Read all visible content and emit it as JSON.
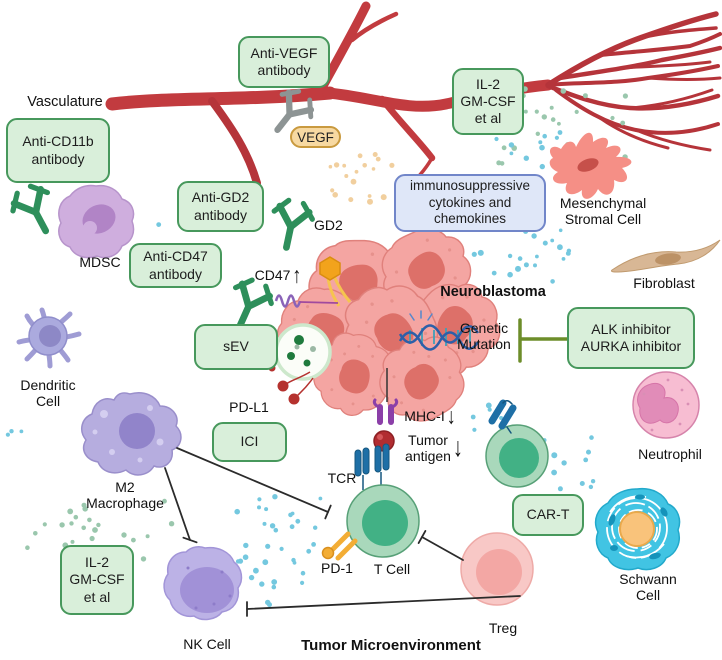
{
  "figure": {
    "title": "Tumor Microenvironment",
    "colors": {
      "box_green_bg": "#d9efda",
      "box_green_border": "#47985c",
      "box_blue_bg": "#dfe7f8",
      "box_blue_border": "#7186c9",
      "vessel_red": "#c23b3f",
      "antibody_green": "#2e8f5b",
      "antibody_gray": "#8d9494",
      "dot_cyan": "#74c8df",
      "dot_green": "#9ac7ad",
      "dot_orange": "#f1cf9e",
      "inhibitor_line_green": "#6d8d2a"
    },
    "therapy_boxes": {
      "anti_vegf": {
        "lines": [
          "Anti-VEGF",
          "antibody"
        ]
      },
      "il2_top": {
        "lines": [
          "IL-2",
          "GM-CSF",
          "et al"
        ]
      },
      "anti_cd11b": {
        "lines": [
          "Anti-CD11b",
          "antibody"
        ]
      },
      "anti_gd2": {
        "lines": [
          "Anti-GD2",
          "antibody"
        ]
      },
      "anti_cd47": {
        "lines": [
          "Anti-CD47",
          "antibody"
        ]
      },
      "immunosuppressive": {
        "lines": [
          "immunosuppressive",
          "cytokines and",
          "chemokines"
        ]
      },
      "sev": {
        "lines": [
          "sEV"
        ]
      },
      "ici": {
        "lines": [
          "ICI"
        ]
      },
      "alk": {
        "lines": [
          "ALK inhibitor",
          "AURKA inhibitor"
        ]
      },
      "cart": {
        "lines": [
          "CAR-T"
        ]
      },
      "il2_bottom": {
        "lines": [
          "IL-2",
          "GM-CSF",
          "et al"
        ]
      }
    },
    "labels": {
      "vasculature": "Vasculature",
      "vegf": "VEGF",
      "mdsc": "MDSC",
      "gd2": "GD2",
      "cd47": "CD47",
      "neuroblastoma": "Neuroblastoma",
      "genetic_mutation": {
        "lines": [
          "Genetic",
          "Mutation"
        ]
      },
      "mesenchymal": {
        "lines": [
          "Mesenchymal",
          "Stromal Cell"
        ]
      },
      "fibroblast": "Fibroblast",
      "dendritic": {
        "lines": [
          "Dendritic",
          "Cell"
        ]
      },
      "pdl1": "PD-L1",
      "m2": {
        "lines": [
          "M2",
          "Macrophage"
        ]
      },
      "mhc1": "MHC-I",
      "tumor_antigen": {
        "lines": [
          "Tumor",
          "antigen"
        ]
      },
      "tcr": "TCR",
      "pd1": "PD-1",
      "t_cell": "T Cell",
      "nk_cell": "NK Cell",
      "treg": "Treg",
      "schwann": {
        "lines": [
          "Schwann",
          "Cell"
        ]
      },
      "neutrophil": "Neutrophil",
      "tme": "Tumor Microenvironment"
    },
    "icons": {
      "up_arrow": "↑",
      "down_arrow": "↓"
    }
  }
}
